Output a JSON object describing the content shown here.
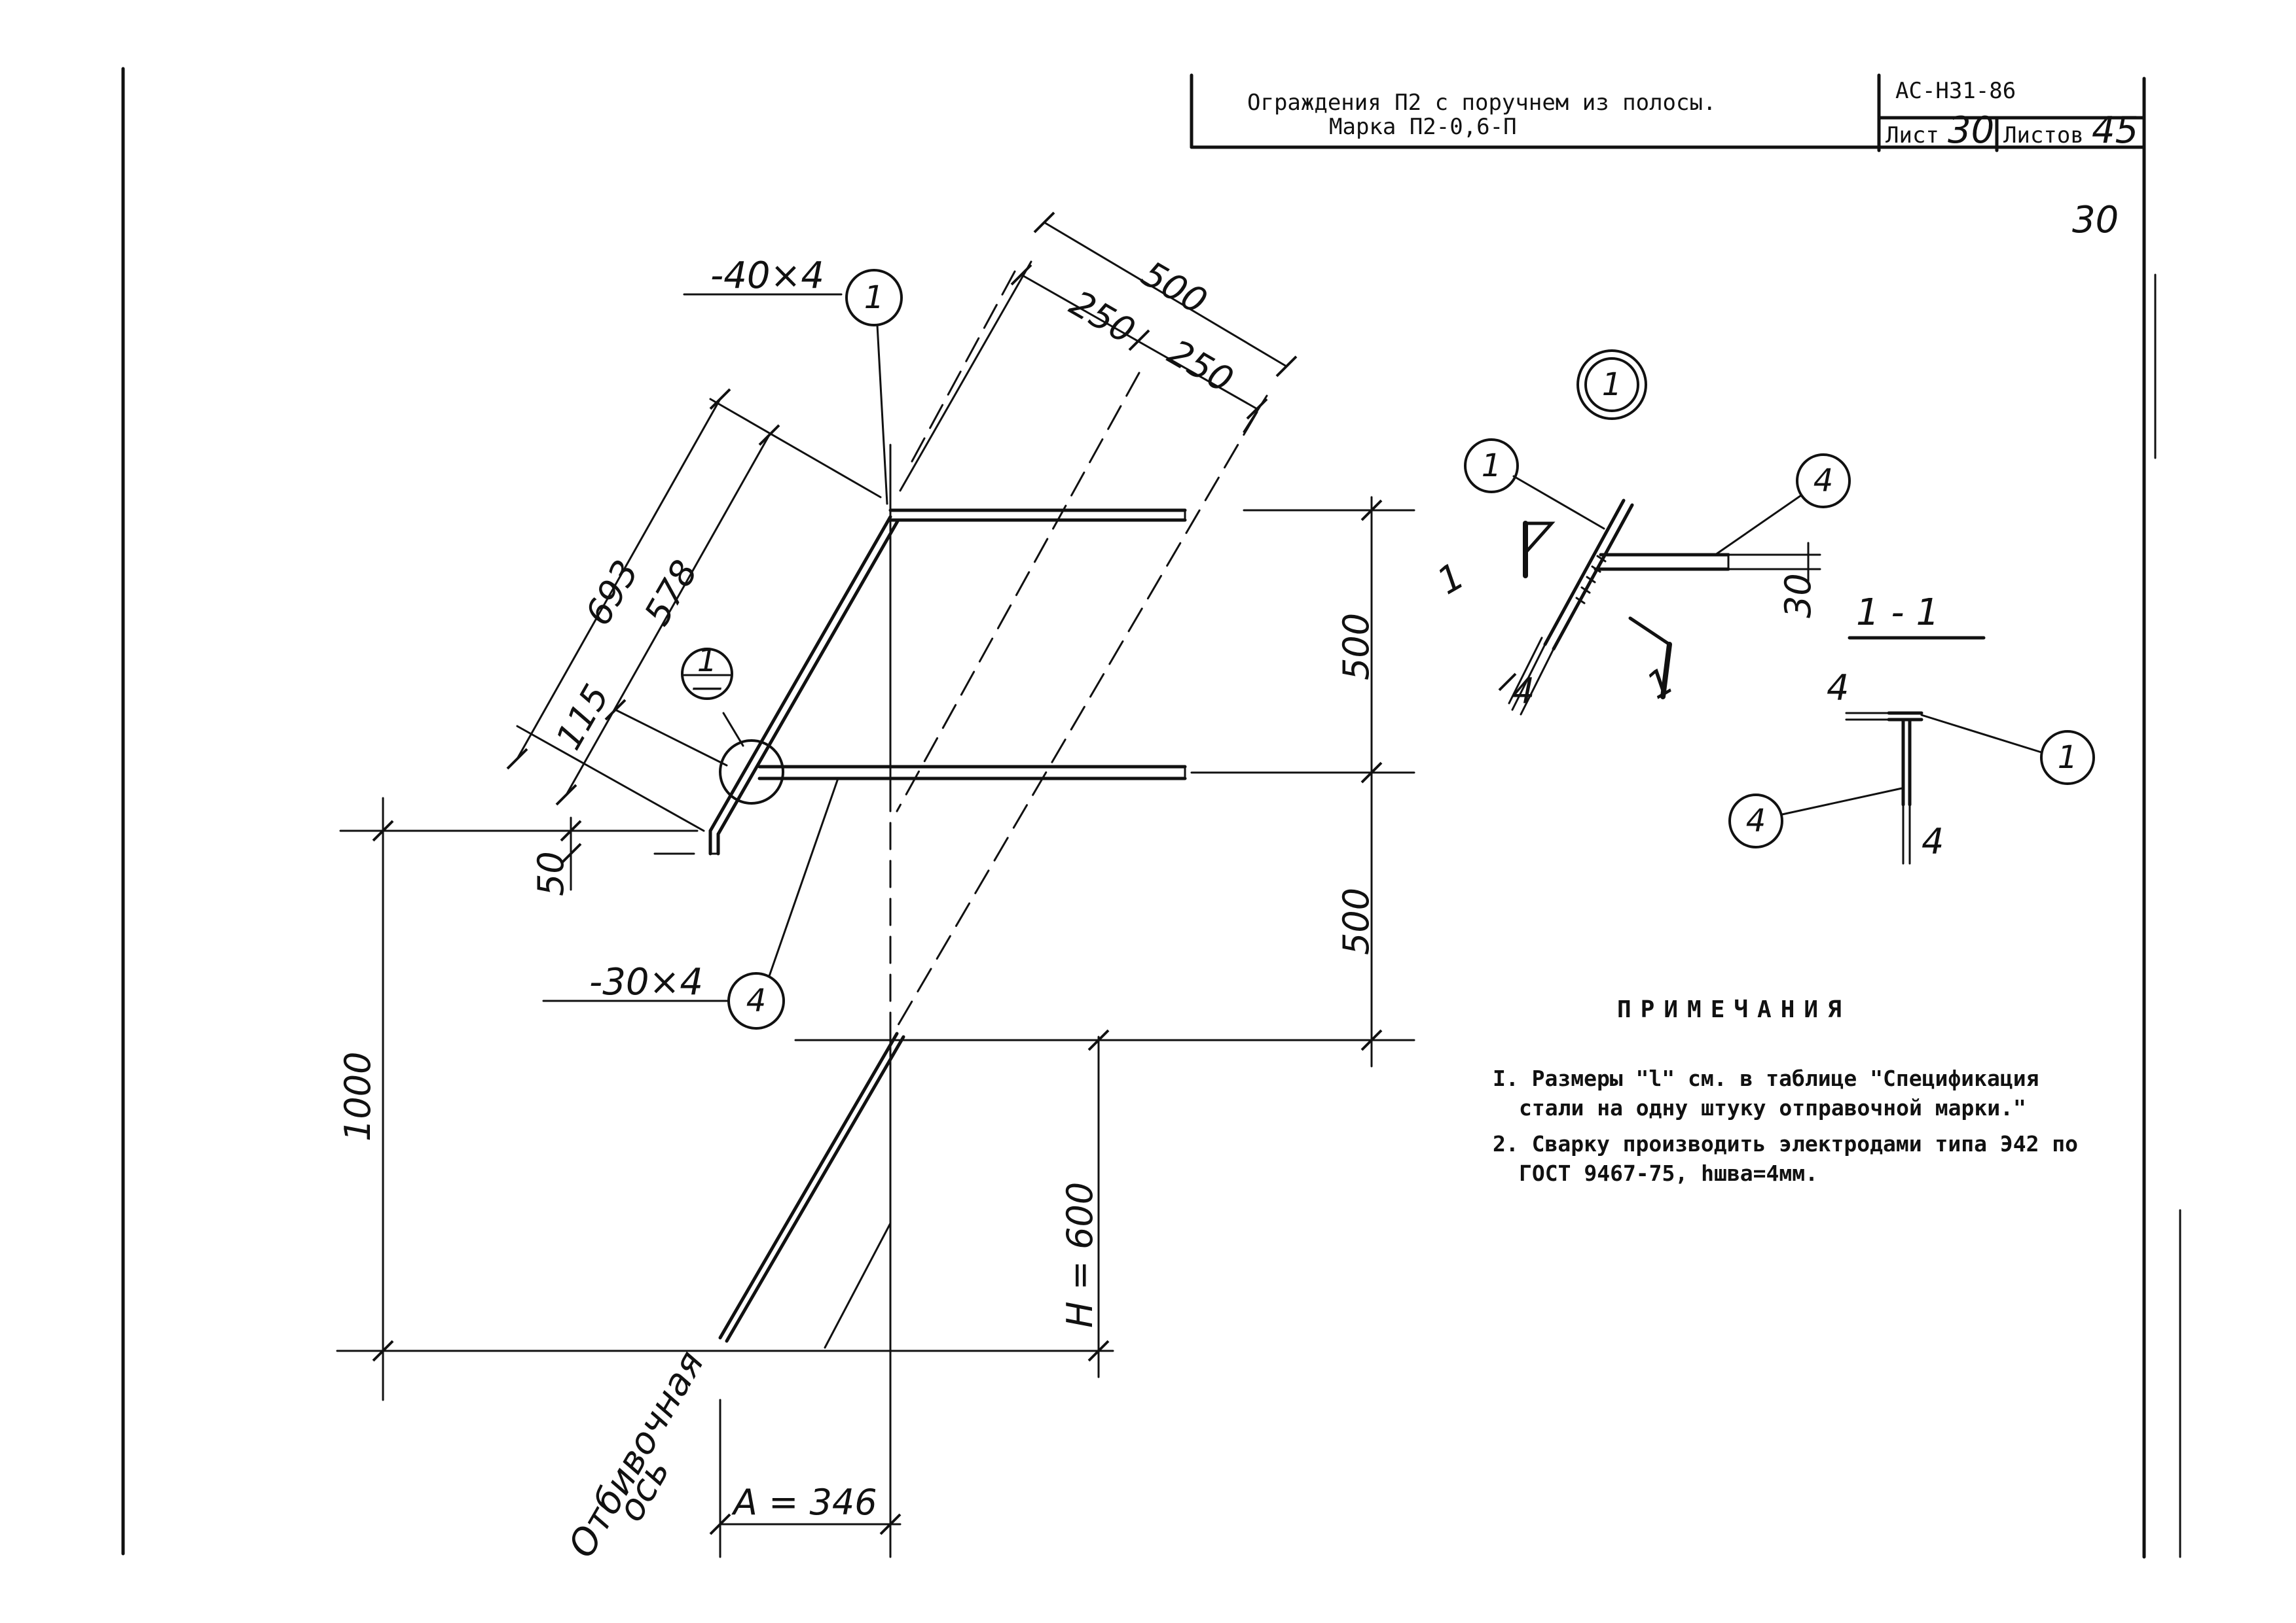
{
  "title_block": {
    "title_line1": "Ограждения П2 с поручнем из полосы.",
    "title_line2": "Марка П2-0,6-П",
    "doc_code": "АС-Н31-86",
    "sheet_label": "Лист",
    "sheet_number": "30",
    "sheets_label": "Листов",
    "sheets_total": "45"
  },
  "page_number_handwritten": "30",
  "callouts": {
    "c1_top": "1",
    "c4_left": "4",
    "c1_detail": "1",
    "c4_detail": "4",
    "c1_node": "1",
    "c1_section": "1",
    "c4_section": "4",
    "node_ref_top": "1",
    "node_ref_bottom": "—"
  },
  "profiles": {
    "strip_top": "-40×4",
    "strip_bottom": "-30×4"
  },
  "dimensions": {
    "d500_top": "500",
    "d250_a": "250",
    "d250_b": "250",
    "d693": "693",
    "d578": "578",
    "d115": "115",
    "d50": "50",
    "d500_right_upper": "500",
    "d500_right_lower": "500",
    "d1000": "1000",
    "h600": "H = 600",
    "a346": "A = 346",
    "d30": "30",
    "d4_detail": "4",
    "d4_sec_top": "4",
    "d4_sec_bottom": "4"
  },
  "section": {
    "section_title": "1 - 1",
    "cut_mark_left": "1",
    "cut_mark_right": "1"
  },
  "axis_label_line1": "Отбивочная",
  "axis_label_line2": "ось",
  "notes": {
    "heading": "ПРИМЕЧАНИЯ",
    "note1_line1": "I. Размеры \"l\" см. в таблице \"Спецификация",
    "note1_line2": "стали на одну штуку отправочной марки.\"",
    "note2_line1": "2. Сварку производить электродами типа Э42 по",
    "note2_line2": "ГОСТ 9467-75, hшва=4мм."
  }
}
